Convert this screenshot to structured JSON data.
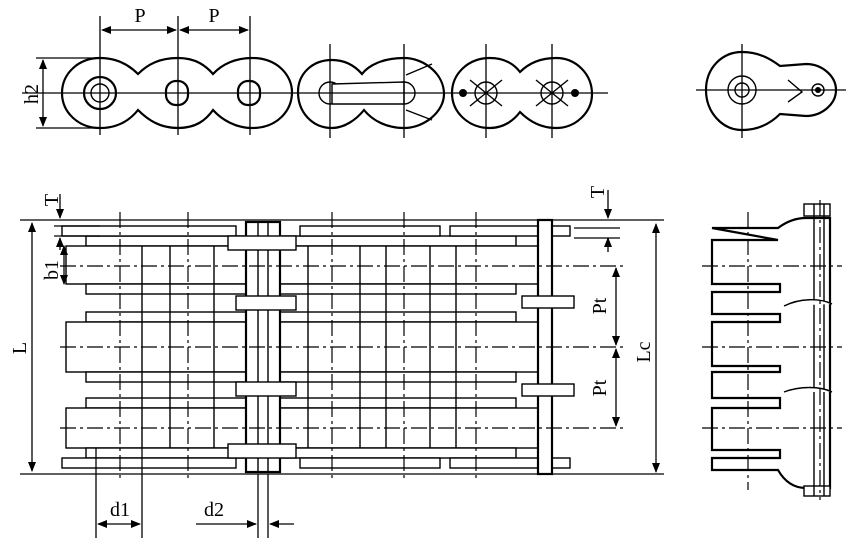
{
  "labels": {
    "p_left": "P",
    "p_right": "P",
    "h2": "h2",
    "t_left": "T",
    "t_right": "T",
    "b1": "b1",
    "L": "L",
    "pt_top": "Pt",
    "pt_bottom": "Pt",
    "lc": "Lc",
    "d1": "d1",
    "d2": "d2"
  }
}
